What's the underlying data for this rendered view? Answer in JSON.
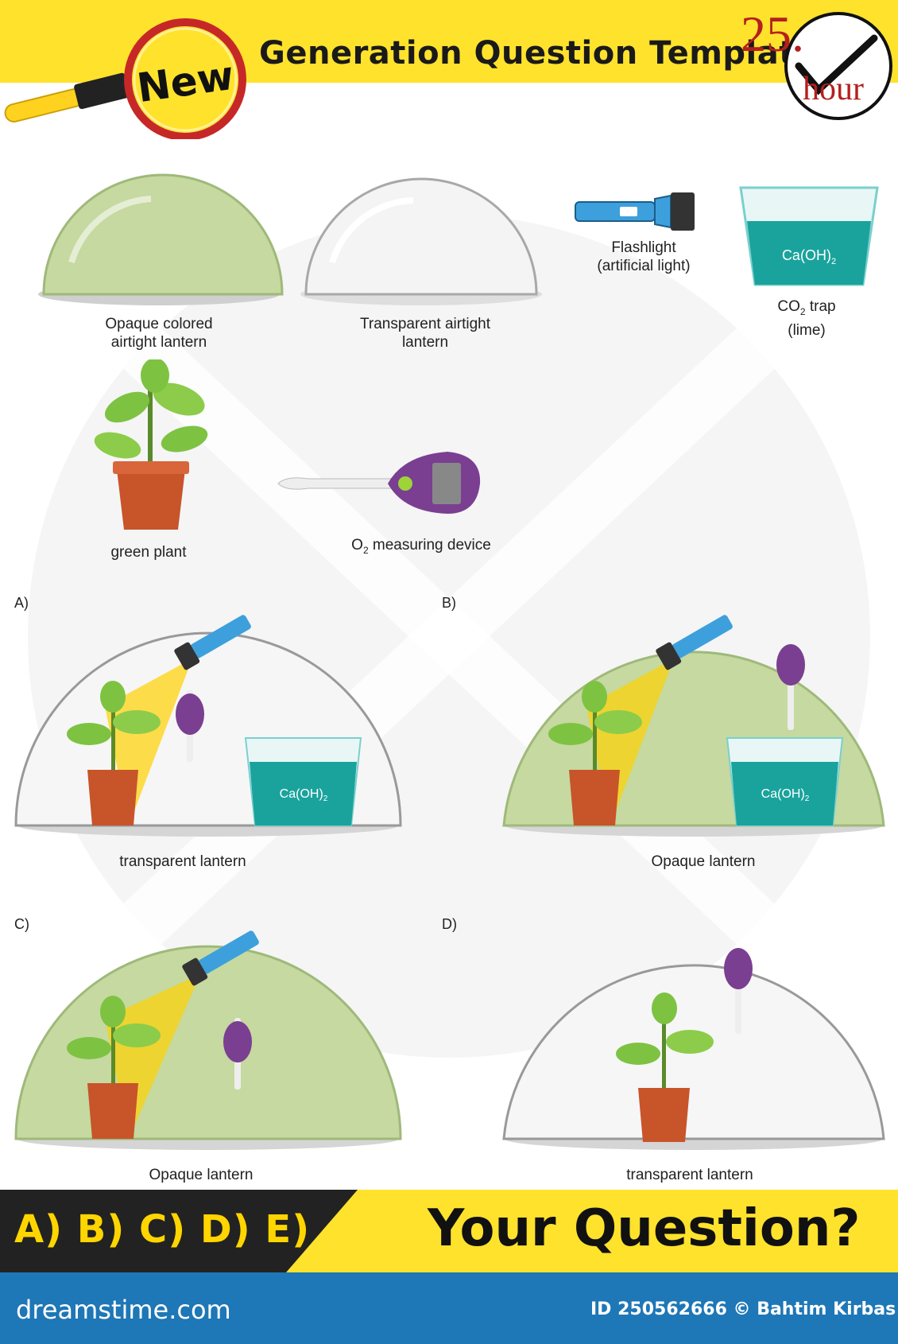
{
  "header": {
    "badge": "New",
    "title": "Generation Question Template",
    "timer_number": "25.",
    "timer_unit": "hour"
  },
  "legend": {
    "opaque_lantern": [
      "Opaque colored",
      "airtight lantern"
    ],
    "transparent_lantern": [
      "Transparent airtight",
      "lantern"
    ],
    "flashlight": [
      "Flashlight",
      "(artificial light)"
    ],
    "beaker_formula": "Ca(OH)",
    "formula_sub": "2",
    "co2_trap": {
      "co": "CO",
      "sub": "2",
      "rest": " trap",
      "line2": "(lime)"
    },
    "green_plant": "green plant",
    "o2_device": {
      "o": "O",
      "sub": "2",
      "rest": " measuring device"
    }
  },
  "options": {
    "a": {
      "letter": "A)",
      "caption": "transparent lantern"
    },
    "b": {
      "letter": "B)",
      "caption": "Opaque lantern"
    },
    "c": {
      "letter": "C)",
      "caption": "Opaque lantern"
    },
    "d": {
      "letter": "D)",
      "caption": "transparent lantern"
    }
  },
  "footer": {
    "answers": "A) B) C) D) E)",
    "question": "Your Question?",
    "brand": "dreamstime.com",
    "credit": "ID 250562666 © Bahtim Kirbas"
  },
  "colors": {
    "yellow": "#ffe22c",
    "opaque_green": "#c5d9a0",
    "lime_water": "#1aa39c",
    "footer_blue": "#1e77b6",
    "red": "#b51f1f"
  }
}
